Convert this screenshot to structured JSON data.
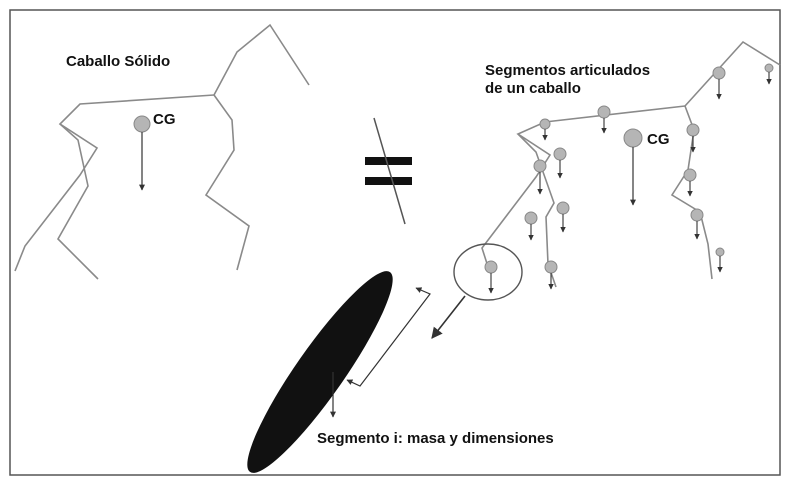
{
  "diagram": {
    "solid_horse_label": "Caballo Sólido",
    "cg_label_left": "CG",
    "segments_label_line1": "Segmentos articulados",
    "segments_label_line2": "de un caballo",
    "cg_label_right": "CG",
    "segment_label": "Segmento i: masa y dimensiones",
    "symbol": "not-equal",
    "colors": {
      "line": "#8a8a8a",
      "frame": "#555555",
      "marker_fill": "#b5b5b5",
      "segment_fill": "#111111",
      "text": "#111111"
    }
  }
}
